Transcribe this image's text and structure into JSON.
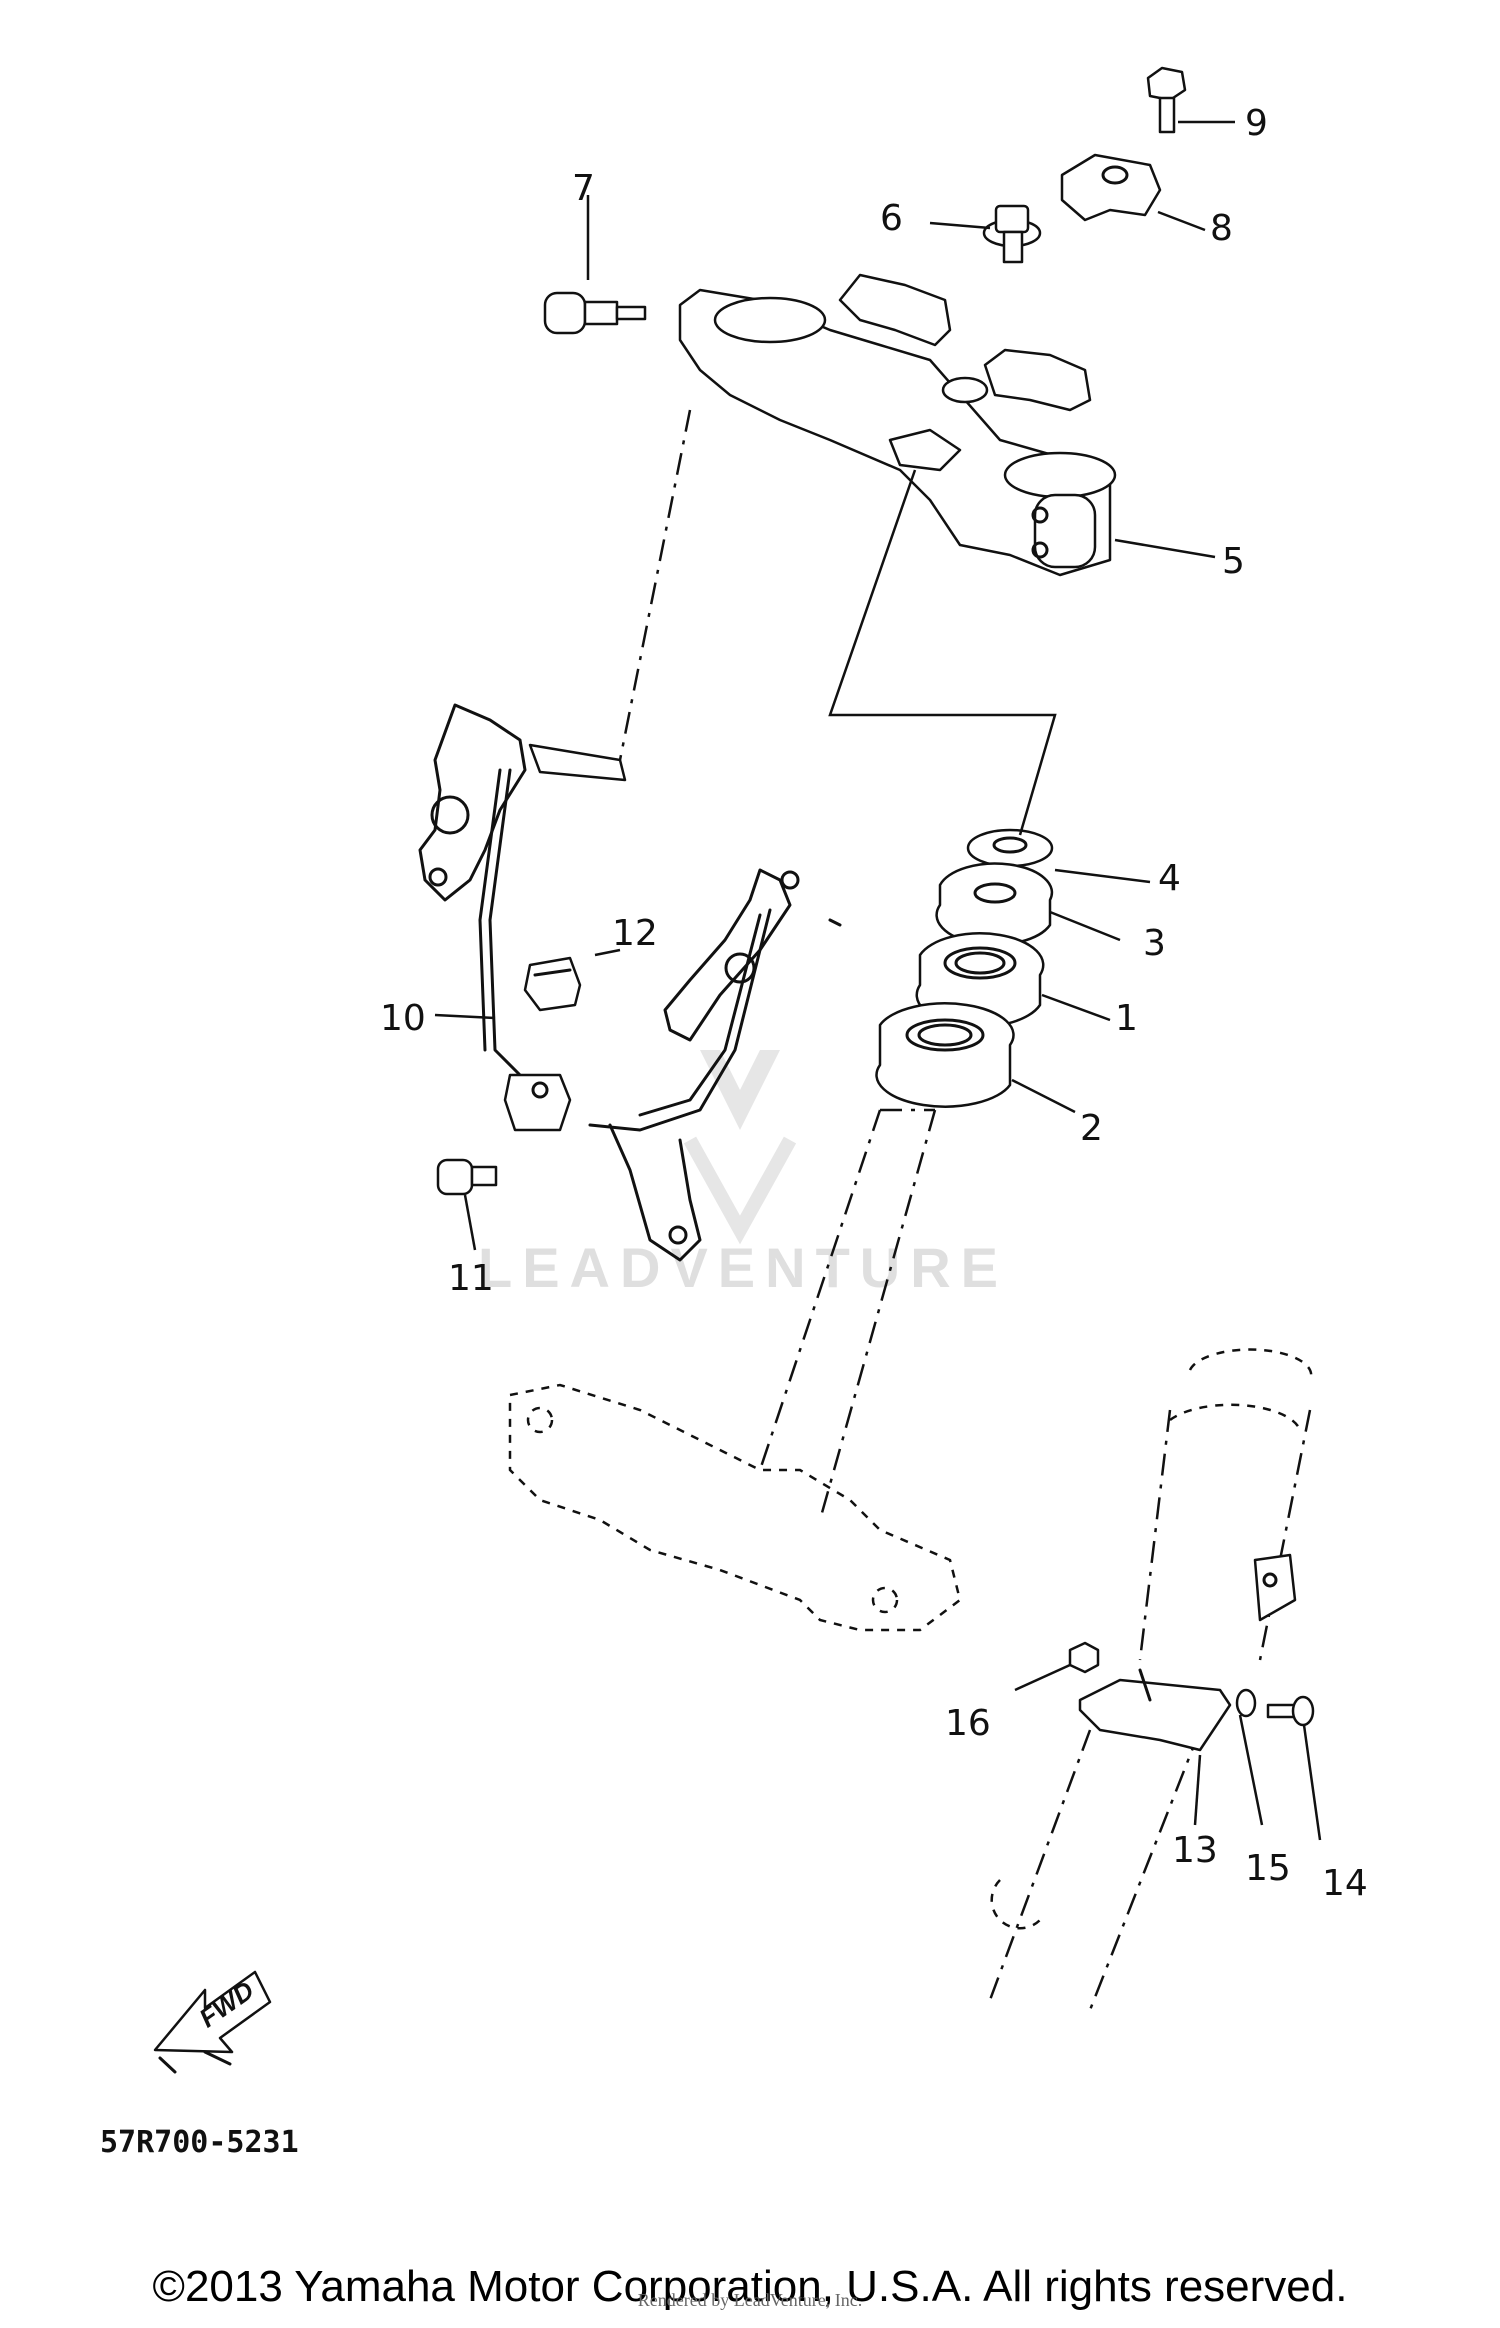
{
  "diagram": {
    "part_labels": {
      "p1": "1",
      "p2": "2",
      "p3": "3",
      "p4": "4",
      "p5": "5",
      "p6": "6",
      "p7": "7",
      "p8": "8",
      "p9": "9",
      "p10": "10",
      "p11": "11",
      "p12": "12",
      "p13": "13",
      "p14": "14",
      "p15": "15",
      "p16": "16"
    },
    "fwd_label": "FWD",
    "reference_code": "57R700-5231",
    "watermark": "LEADVENTURE"
  },
  "footer": {
    "copyright": "©2013 Yamaha Motor Corporation, U.S.A. All rights reserved.",
    "rendered_by": "Rendered by LeadVenture, Inc."
  }
}
